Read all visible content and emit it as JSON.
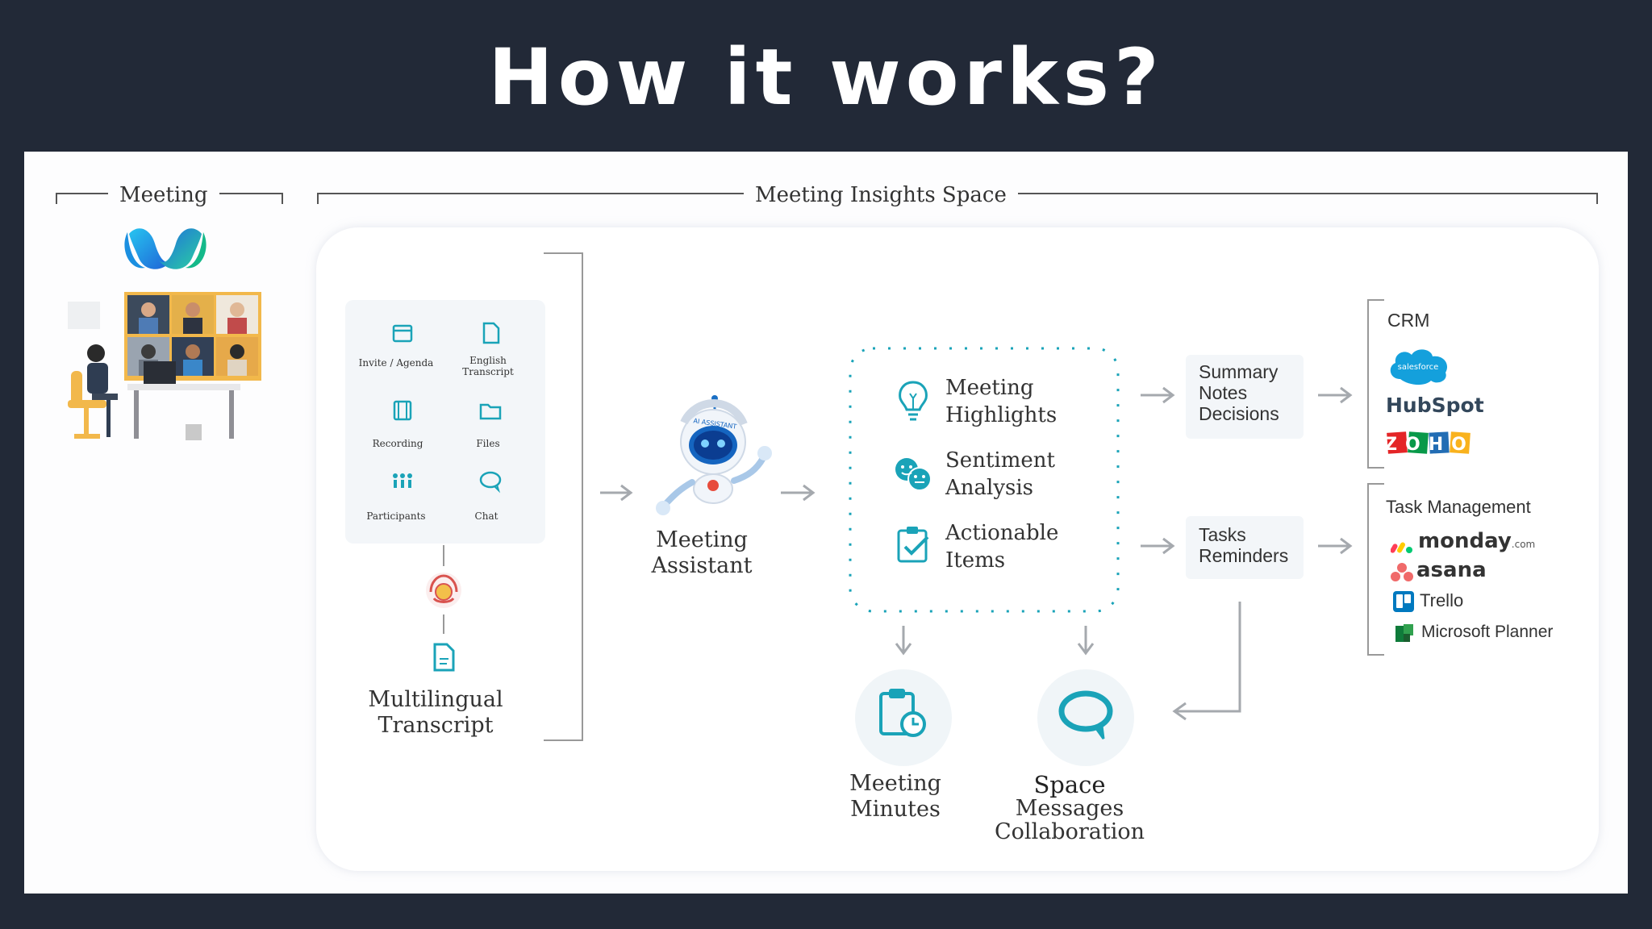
{
  "title": "How it works?",
  "sections": {
    "meeting": "Meeting",
    "insights_space": "Meeting Insights Space"
  },
  "tools": [
    {
      "label": "Invite / Agenda",
      "icon": "calendar-icon"
    },
    {
      "label": "English Transcript",
      "icon": "document-icon"
    },
    {
      "label": "Recording",
      "icon": "film-icon"
    },
    {
      "label": "Files",
      "icon": "folder-icon"
    },
    {
      "label": "Participants",
      "icon": "participants-icon"
    },
    {
      "label": "Chat",
      "icon": "chat-icon"
    }
  ],
  "multilingual": "Multilingual Transcript",
  "assistant": {
    "label": "Meeting Assistant",
    "badge": "AI ASSISTANT"
  },
  "insights": [
    {
      "label": "Meeting Highlights",
      "icon": "lightbulb-icon"
    },
    {
      "label": "Sentiment Analysis",
      "icon": "sentiment-icon"
    },
    {
      "label": "Actionable Items",
      "icon": "checklist-icon"
    }
  ],
  "outputs": {
    "summary": [
      "Summary",
      "Notes",
      "Decisions"
    ],
    "tasks": [
      "Tasks",
      "Reminders"
    ]
  },
  "crm": {
    "title": "CRM",
    "logos": [
      "salesforce",
      "HubSpot",
      "ZOHO"
    ]
  },
  "task_management": {
    "title": "Task Management",
    "logos": [
      "monday",
      ".com",
      "asana",
      "Trello",
      "Microsoft Planner"
    ]
  },
  "minutes": "Meeting Minutes",
  "space": {
    "title": "Space",
    "subtitle": "Messages Collaboration"
  },
  "colors": {
    "background": "#222937",
    "accent": "#1aa3b8",
    "arrow": "#a5a9ae"
  }
}
